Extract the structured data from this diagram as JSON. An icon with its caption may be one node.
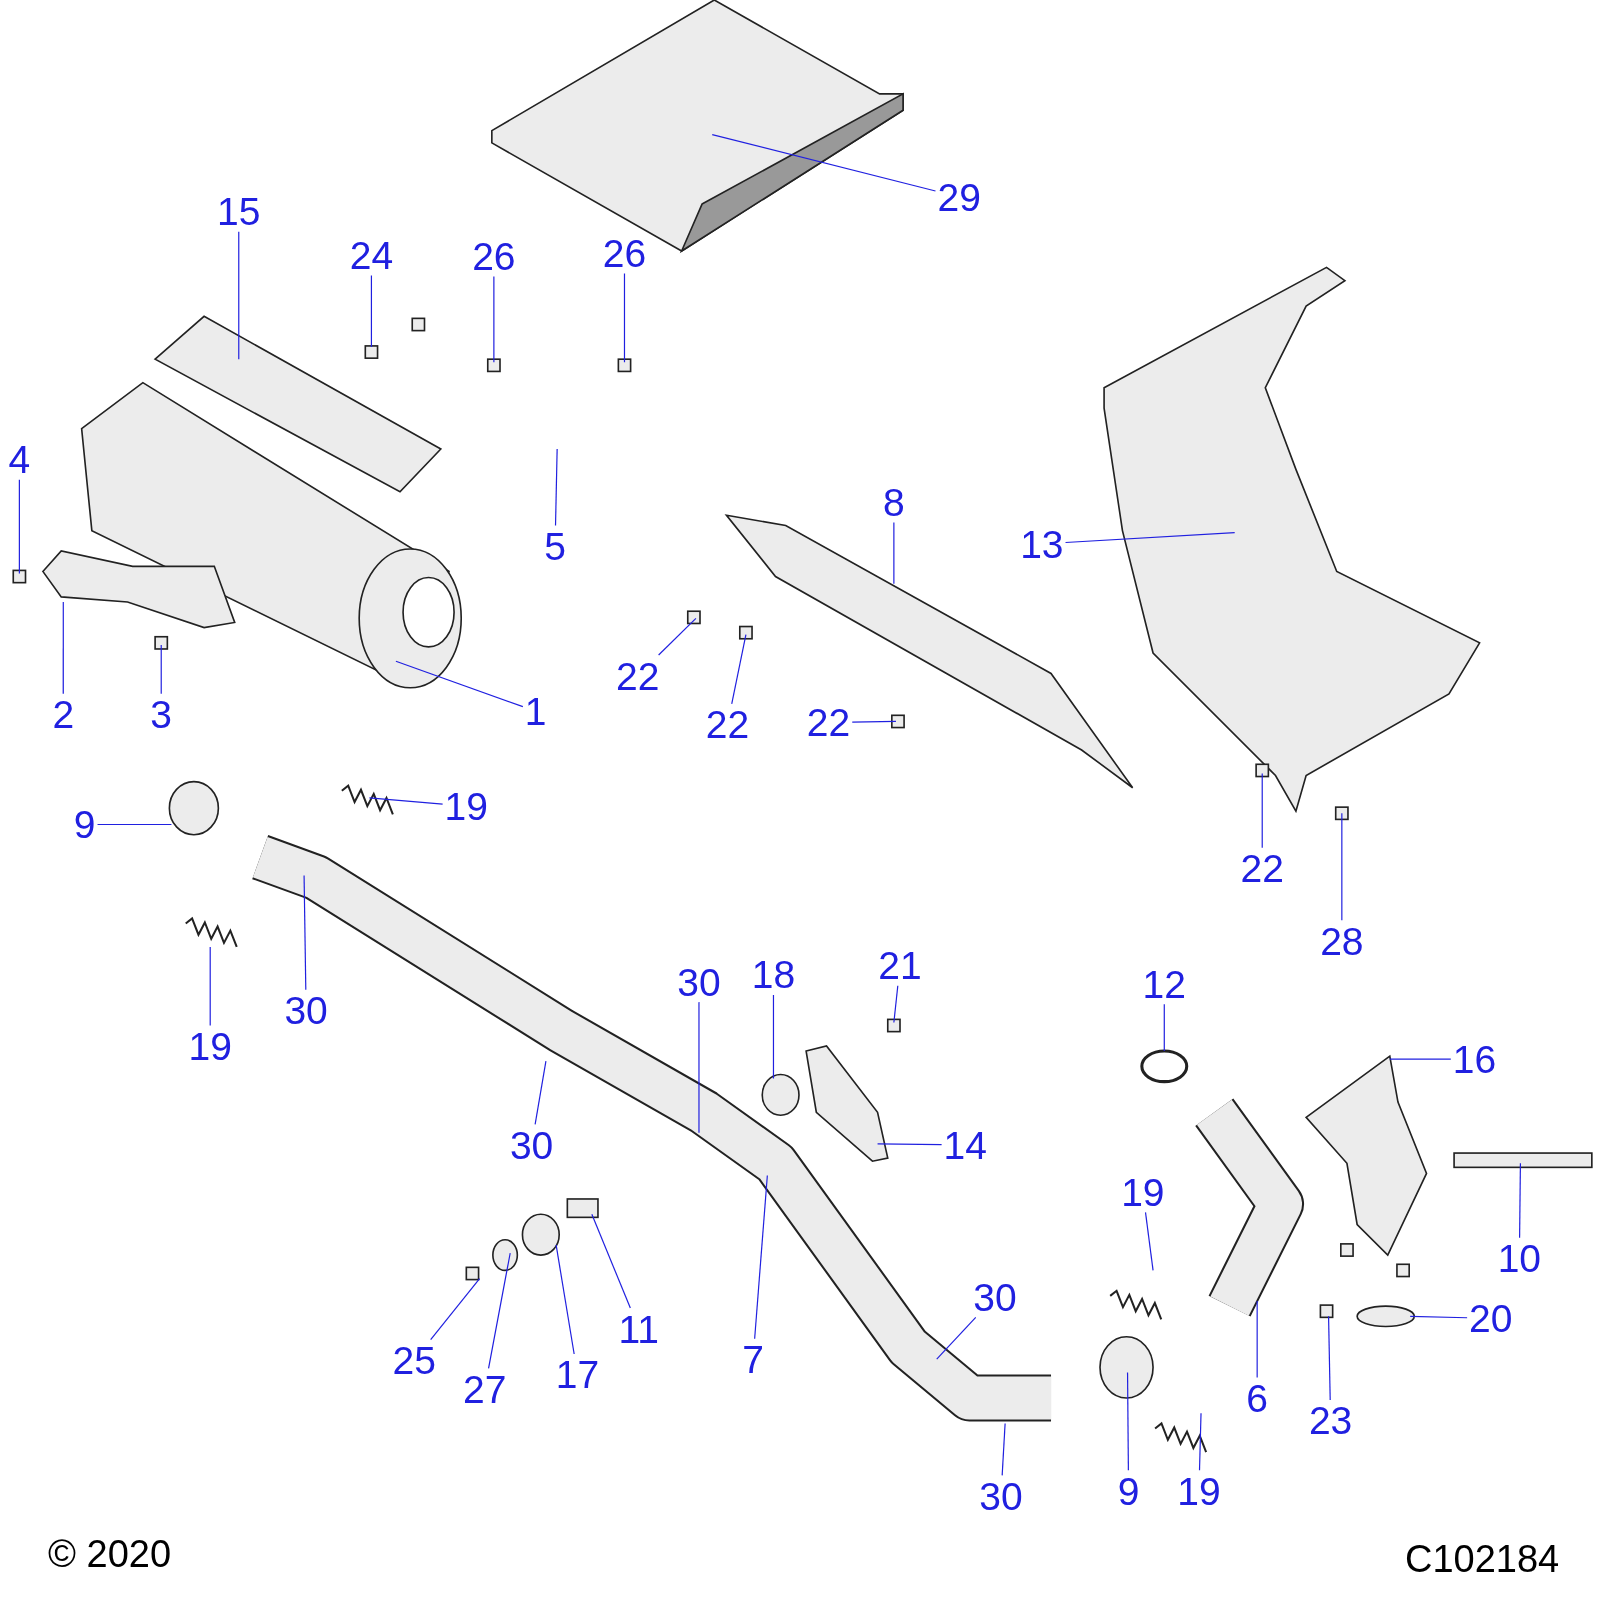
{
  "diagram": {
    "nodes": [
      {
        "text": [
          "29"
        ]
      },
      {
        "text": [
          "15"
        ]
      },
      {
        "text": [
          "24"
        ]
      },
      {
        "text": [
          "26"
        ]
      },
      {
        "text": [
          "26"
        ]
      },
      {
        "text": [
          "4"
        ]
      },
      {
        "text": [
          "5"
        ]
      },
      {
        "text": [
          "8"
        ]
      },
      {
        "text": [
          "13"
        ]
      },
      {
        "text": [
          "2"
        ]
      },
      {
        "text": [
          "3"
        ]
      },
      {
        "text": [
          "1"
        ]
      },
      {
        "text": [
          "22"
        ]
      },
      {
        "text": [
          "22"
        ]
      },
      {
        "text": [
          "22"
        ]
      },
      {
        "text": [
          "9"
        ]
      },
      {
        "text": [
          "19"
        ]
      },
      {
        "text": [
          "22"
        ]
      },
      {
        "text": [
          "28"
        ]
      },
      {
        "text": [
          "19"
        ]
      },
      {
        "text": [
          "30"
        ]
      },
      {
        "text": [
          "30"
        ]
      },
      {
        "text": [
          "18"
        ]
      },
      {
        "text": [
          "21"
        ]
      },
      {
        "text": [
          "12"
        ]
      },
      {
        "text": [
          "16"
        ]
      },
      {
        "text": [
          "30"
        ]
      },
      {
        "text": [
          "14"
        ]
      },
      {
        "text": [
          "19"
        ]
      },
      {
        "text": [
          "10"
        ]
      },
      {
        "text": [
          "20"
        ]
      },
      {
        "text": [
          "11"
        ]
      },
      {
        "text": [
          "30"
        ]
      },
      {
        "text": [
          "7"
        ]
      },
      {
        "text": [
          "25"
        ]
      },
      {
        "text": [
          "27"
        ]
      },
      {
        "text": [
          "17"
        ]
      },
      {
        "text": [
          "6"
        ]
      },
      {
        "text": [
          "23"
        ]
      },
      {
        "text": [
          "30"
        ]
      },
      {
        "text": [
          "9"
        ]
      },
      {
        "text": [
          "19"
        ]
      }
    ],
    "edges": [
      {
        "from": 0,
        "to": null,
        "arrow": "none"
      },
      {
        "from": 1,
        "to": null,
        "arrow": "none"
      },
      {
        "from": 2,
        "to": null,
        "arrow": "none"
      },
      {
        "from": 3,
        "to": null,
        "arrow": "none"
      },
      {
        "from": 4,
        "to": null,
        "arrow": "none"
      },
      {
        "from": 5,
        "to": null,
        "arrow": "none"
      },
      {
        "from": 6,
        "to": null,
        "arrow": "none"
      },
      {
        "from": 7,
        "to": null,
        "arrow": "none"
      },
      {
        "from": 8,
        "to": null,
        "arrow": "none"
      },
      {
        "from": 9,
        "to": null,
        "arrow": "none"
      },
      {
        "from": 10,
        "to": null,
        "arrow": "none"
      },
      {
        "from": 11,
        "to": null,
        "arrow": "none"
      },
      {
        "from": 12,
        "to": null,
        "arrow": "none"
      },
      {
        "from": 13,
        "to": null,
        "arrow": "none"
      },
      {
        "from": 14,
        "to": null,
        "arrow": "none"
      },
      {
        "from": 15,
        "to": null,
        "arrow": "none"
      },
      {
        "from": 16,
        "to": null,
        "arrow": "none"
      },
      {
        "from": 17,
        "to": null,
        "arrow": "none"
      },
      {
        "from": 18,
        "to": null,
        "arrow": "none"
      },
      {
        "from": 19,
        "to": null,
        "arrow": "none"
      },
      {
        "from": 20,
        "to": null,
        "arrow": "none"
      },
      {
        "from": 21,
        "to": null,
        "arrow": "none"
      },
      {
        "from": 22,
        "to": null,
        "arrow": "none"
      },
      {
        "from": 23,
        "to": null,
        "arrow": "none"
      },
      {
        "from": 24,
        "to": null,
        "arrow": "none"
      },
      {
        "from": 25,
        "to": null,
        "arrow": "none"
      },
      {
        "from": 26,
        "to": null,
        "arrow": "none"
      },
      {
        "from": 27,
        "to": null,
        "arrow": "none"
      },
      {
        "from": 28,
        "to": null,
        "arrow": "none"
      },
      {
        "from": 29,
        "to": null,
        "arrow": "none"
      },
      {
        "from": 30,
        "to": null,
        "arrow": "none"
      },
      {
        "from": 31,
        "to": null,
        "arrow": "none"
      },
      {
        "from": 32,
        "to": null,
        "arrow": "none"
      },
      {
        "from": 33,
        "to": null,
        "arrow": "none"
      },
      {
        "from": 34,
        "to": null,
        "arrow": "none"
      },
      {
        "from": 35,
        "to": null,
        "arrow": "none"
      },
      {
        "from": 36,
        "to": null,
        "arrow": "none"
      },
      {
        "from": 37,
        "to": null,
        "arrow": "none"
      },
      {
        "from": 38,
        "to": null,
        "arrow": "none"
      },
      {
        "from": 39,
        "to": null,
        "arrow": "none"
      },
      {
        "from": 40,
        "to": null,
        "arrow": "none"
      },
      {
        "from": 41,
        "to": null,
        "arrow": "none"
      }
    ],
    "labels": [
      "© 2020",
      "C102184"
    ]
  }
}
